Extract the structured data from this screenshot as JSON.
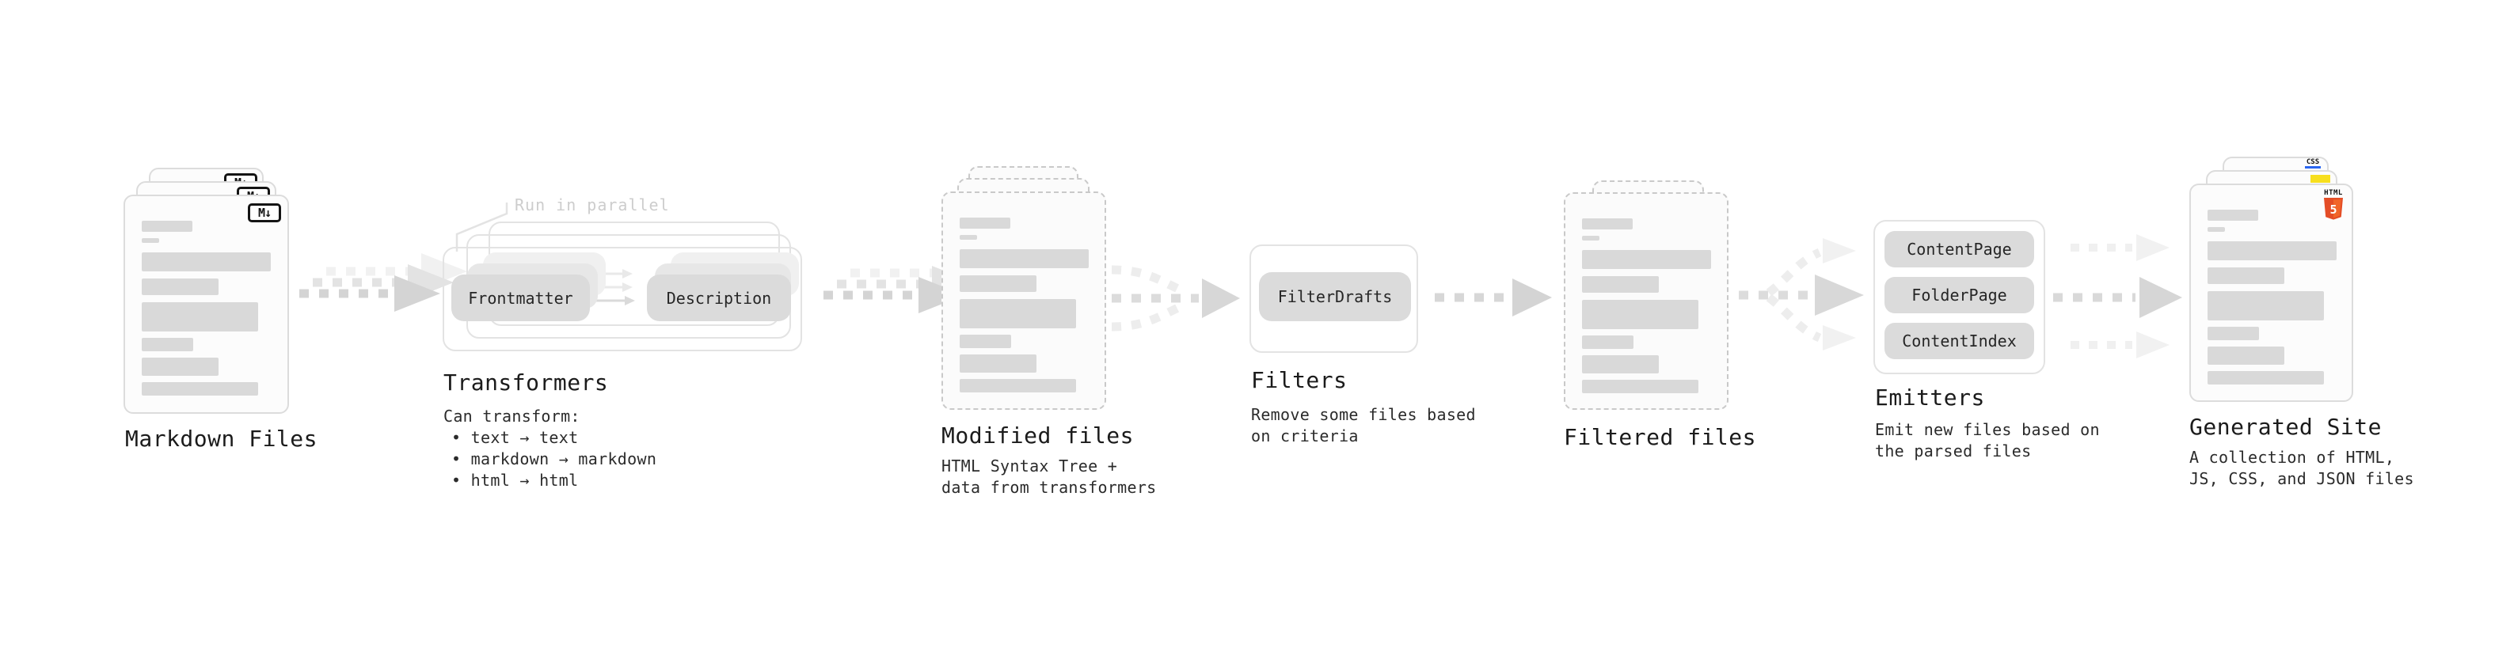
{
  "stages": {
    "markdown": {
      "title": "Markdown Files",
      "badge": "M↓"
    },
    "transformers": {
      "title": "Transformers",
      "note": "Run in parallel",
      "chip_frontmatter": "Frontmatter",
      "chip_description": "Description",
      "desc_heading": "Can transform:",
      "bullets": [
        "• text → text",
        "• markdown → markdown",
        "• html → html"
      ]
    },
    "modified": {
      "title": "Modified files",
      "sub1": "HTML Syntax Tree +",
      "sub2": "data from transformers"
    },
    "filters": {
      "title": "Filters",
      "chip": "FilterDrafts",
      "sub1": "Remove some files based",
      "sub2": "on criteria"
    },
    "filtered": {
      "title": "Filtered files"
    },
    "emitters": {
      "title": "Emitters",
      "chips": [
        "ContentPage",
        "FolderPage",
        "ContentIndex"
      ],
      "sub1": "Emit new files based on",
      "sub2": "the parsed files"
    },
    "generated": {
      "title": "Generated Site",
      "sub1": "A collection of HTML,",
      "sub2": "JS, CSS, and JSON files",
      "badge_css": "CSS",
      "badge_html_label": "HTML",
      "badge_html_number": "5"
    }
  },
  "colors": {
    "html5_orange": "#e44d26",
    "html5_orange_light": "#f16529",
    "js_yellow": "#f7df1e",
    "css_blue": "#2965f1",
    "arrow_gray": "#d4d4d4",
    "outline_gray": "#e3e3e3",
    "bar_gray": "#d9d9d9"
  }
}
